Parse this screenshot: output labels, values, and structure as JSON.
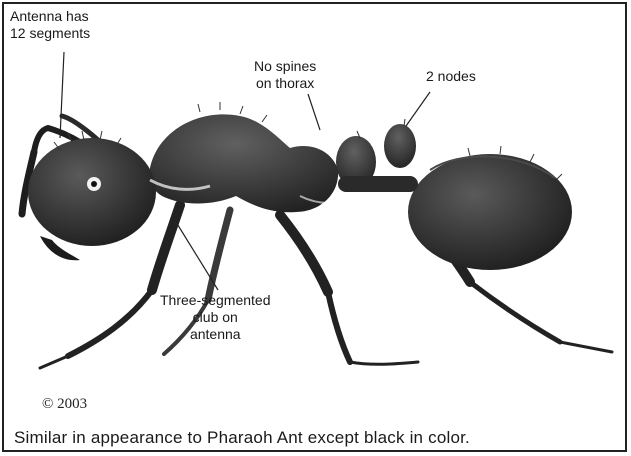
{
  "labels": {
    "antenna_segments_line1": "Antenna has",
    "antenna_segments_line2": "12 segments",
    "no_spines_line1": "No spines",
    "no_spines_line2": "on thorax",
    "nodes": "2 nodes",
    "club_line1": "Three-segmented",
    "club_line2": "club on",
    "club_line3": "antenna"
  },
  "copyright": "© 2003",
  "caption": "Similar in appearance to Pharaoh Ant except black in color.",
  "colors": {
    "body": "#3a3a3a",
    "body_dark": "#1c1c1c",
    "leader": "#222222"
  }
}
